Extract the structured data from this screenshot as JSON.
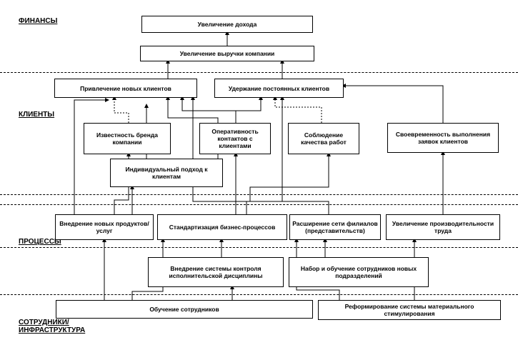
{
  "sections": {
    "finance": "ФИНАНСЫ",
    "clients": "КЛИЕНТЫ",
    "processes": "ПРОЦЕССЫ",
    "staff": "СОТРУДНИКИ/\nИНФРАСТРУКТУРА"
  },
  "boxes": {
    "revenue_increase": "Увеличение дохода",
    "sales_increase": "Увеличение выручки компании",
    "attract_clients": "Привлечение новых клиентов",
    "retain_clients": "Удержание постоянных клиентов",
    "brand_awareness": "Известность бренда компании",
    "contact_speed": "Оперативность контактов с клиентами",
    "work_quality": "Соблюдение качества работ",
    "timely_orders": "Своевременность выполнения заявок клиентов",
    "individual_approach": "Индивидуальный подход к клиентам",
    "new_products": "Внедрение новых продуктов/услуг",
    "standardization": "Стандартизация бизнес-процессов",
    "branch_expansion": "Расширение сети филиалов (представительств)",
    "productivity": "Увеличение производительности труда",
    "control_system": "Внедрение системы контроля исполнительской дисциплины",
    "hiring_training": "Набор и обучение сотрудников новых подразделений",
    "staff_training": "Обучение сотрудников",
    "incentive_reform": "Реформирование системы материального стимулирования"
  }
}
